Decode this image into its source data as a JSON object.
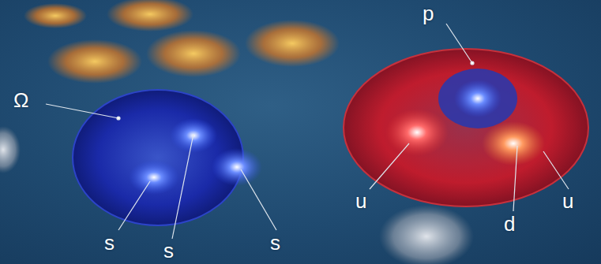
{
  "diagram": {
    "nodes": [
      {
        "text": [
          "Ω"
        ]
      },
      {
        "text": [
          "p"
        ]
      }
    ],
    "labels": [
      "s",
      "s",
      "s",
      "u",
      "d",
      "u"
    ]
  }
}
